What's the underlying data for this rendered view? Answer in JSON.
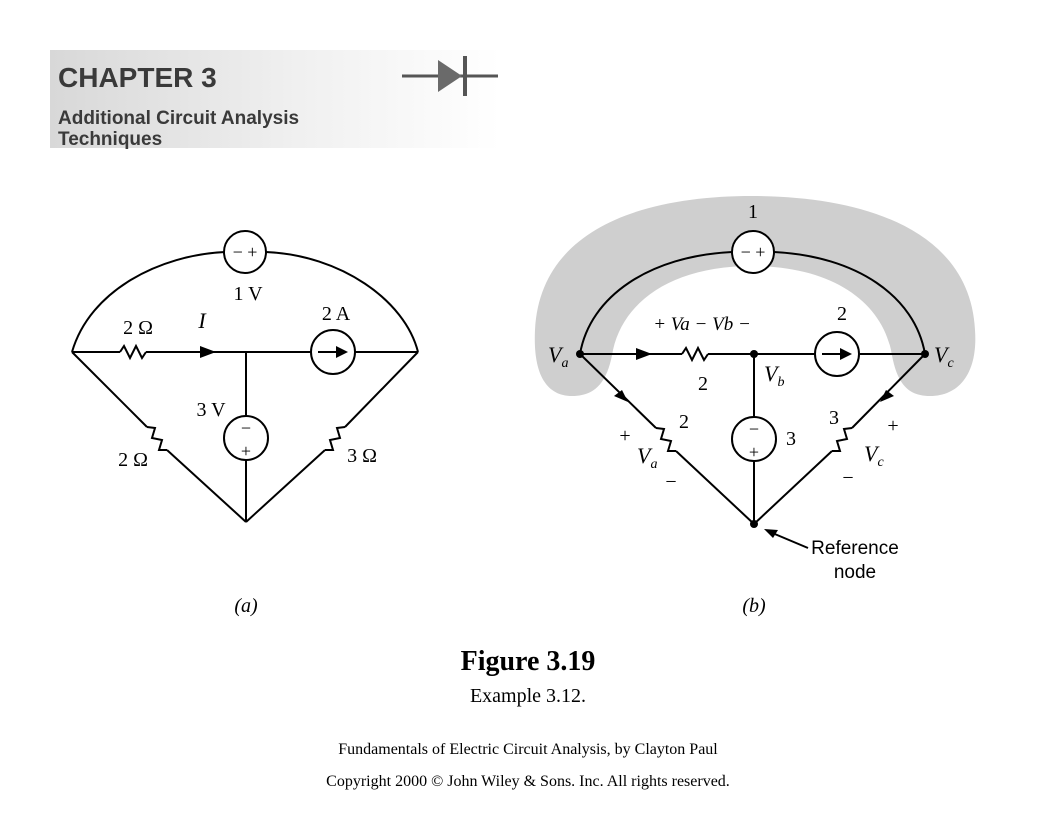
{
  "header": {
    "chapter": "CHAPTER 3",
    "subtitle_line1": "Additional Circuit Analysis",
    "subtitle_line2": "Techniques"
  },
  "circuit_a": {
    "source_top_signs": "− +",
    "source_top_value": "1 V",
    "current_source_value": "2 A",
    "current_label": "I",
    "res_left_value": "2 Ω",
    "source_mid_value": "3 V",
    "source_mid_minus": "−",
    "source_mid_plus": "+",
    "res_lowleft_value": "2 Ω",
    "res_lowright_value": "3 Ω",
    "panel_label": "(a)"
  },
  "circuit_b": {
    "supernode_label": "1",
    "source_top_signs": "− +",
    "node_a": "V",
    "node_a_sub": "a",
    "node_b": "V",
    "node_b_sub": "b",
    "node_c": "V",
    "node_c_sub": "c",
    "branch_voltage": "+ Va − Vb −",
    "res_mid_label": "2",
    "current_source_label": "2",
    "res_lowleft_label": "2",
    "source_mid_label": "3",
    "source_mid_minus": "−",
    "source_mid_plus": "+",
    "res_lowright_label": "3",
    "va_plus": "+",
    "va_label": "V",
    "va_sub": "a",
    "va_minus": "−",
    "vc_plus": "+",
    "vc_label": "V",
    "vc_sub": "c",
    "vc_minus": "−",
    "reference_line1": "Reference",
    "reference_line2": "node",
    "panel_label": "(b)"
  },
  "figure": {
    "title": "Figure 3.19",
    "caption": "Example 3.12."
  },
  "footer": {
    "book": "Fundamentals of Electric Circuit Analysis, by Clayton Paul",
    "copyright": "Copyright 2000 © John Wiley & Sons. Inc. All rights reserved."
  }
}
